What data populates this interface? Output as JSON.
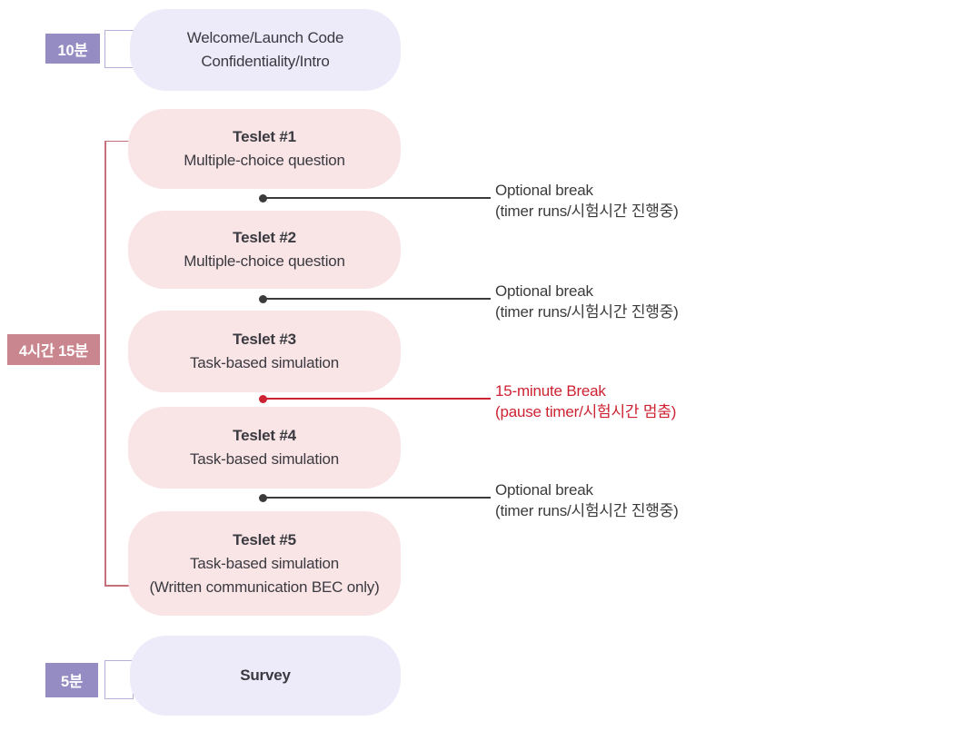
{
  "stages": {
    "intro": {
      "duration": "10분",
      "lines": [
        "Welcome/Launch Code",
        "Confidentiality/Intro"
      ]
    },
    "main": {
      "duration": "4시간 15분",
      "teslets": [
        {
          "title": "Teslet #1",
          "subtitle": "Multiple-choice question"
        },
        {
          "title": "Teslet #2",
          "subtitle": "Multiple-choice question"
        },
        {
          "title": "Teslet #3",
          "subtitle": "Task-based simulation"
        },
        {
          "title": "Teslet #4",
          "subtitle": "Task-based simulation"
        },
        {
          "title": "Teslet #5",
          "subtitle": "Task-based simulation",
          "note": "(Written communication BEC only)"
        }
      ],
      "breaks": [
        {
          "kind": "optional",
          "line1": "Optional break",
          "line2": "(timer runs/시험시간 진행중)"
        },
        {
          "kind": "optional",
          "line1": "Optional break",
          "line2": "(timer runs/시험시간 진행중)"
        },
        {
          "kind": "pause",
          "line1": "15-minute Break",
          "line2": "(pause timer/시험시간 멈춤)"
        },
        {
          "kind": "optional",
          "line1": "Optional break",
          "line2": "(timer runs/시험시간 진행중)"
        }
      ]
    },
    "survey": {
      "duration": "5분",
      "title": "Survey"
    }
  },
  "colors": {
    "purple_label": "#968cc4",
    "mauve_label": "#c9868e",
    "lavender_box": "#edeafa",
    "pink_box": "#f9e4e6",
    "bracket": "#c56f78",
    "break_red": "#cd2232",
    "line_dark": "#3b3b3b",
    "text_dark": "#3a3a40",
    "connector_border": "#b9addc"
  }
}
